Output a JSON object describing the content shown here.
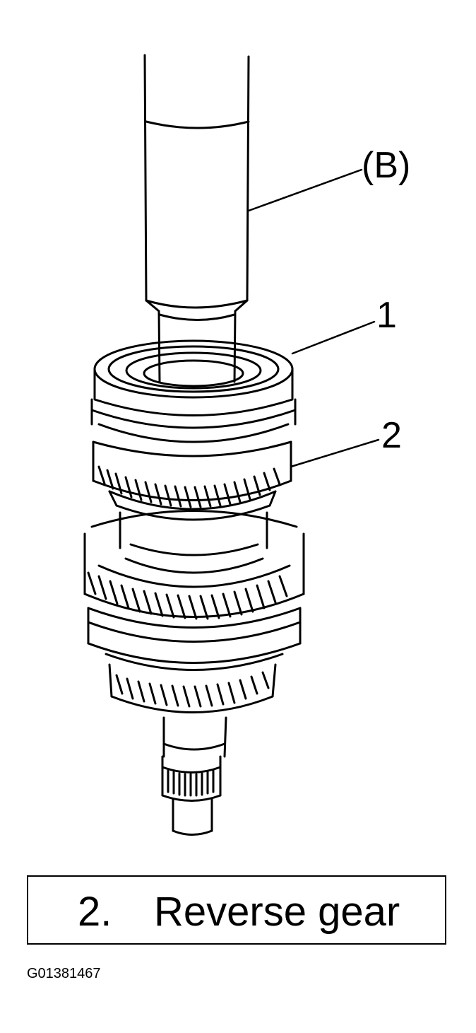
{
  "callouts": {
    "tool": "(B)",
    "part1": "1",
    "part2": "2"
  },
  "legend": {
    "number": "2.",
    "text": "Reverse gear"
  },
  "figure_id": "G01381467"
}
